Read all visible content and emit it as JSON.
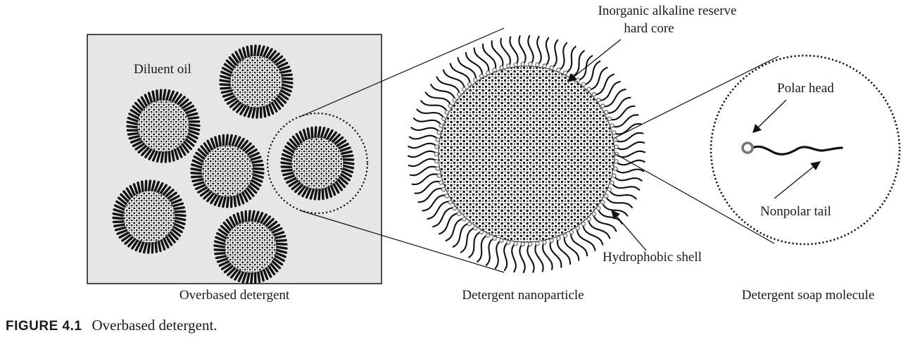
{
  "labels": {
    "diluent_oil": "Diluent oil",
    "core_line1": "Inorganic alkaline reserve",
    "core_line2": "hard core",
    "polar_head": "Polar head",
    "nonpolar_tail": "Nonpolar tail",
    "hydrophobic_shell": "Hydrophobic shell"
  },
  "panel_titles": {
    "left": "Overbased detergent",
    "middle": "Detergent nanoparticle",
    "right": "Detergent soap molecule"
  },
  "caption": {
    "number": "FIGURE 4.1",
    "text": "Overbased detergent."
  },
  "colors": {
    "panel_fill": "#e6e6e6",
    "ink": "#111111",
    "head_ring": "#777777"
  }
}
